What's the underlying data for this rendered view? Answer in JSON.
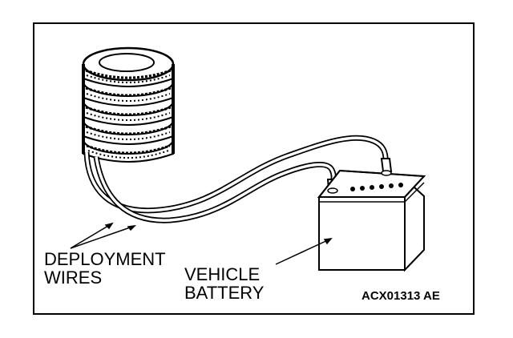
{
  "labels": {
    "deployment_line1": "DEPLOYMENT",
    "deployment_line2": "WIRES",
    "battery_line1": "VEHICLE",
    "battery_line2": "BATTERY",
    "figure_code": "ACX01313 AE"
  },
  "colors": {
    "ink": "#000000",
    "paper": "#ffffff"
  }
}
